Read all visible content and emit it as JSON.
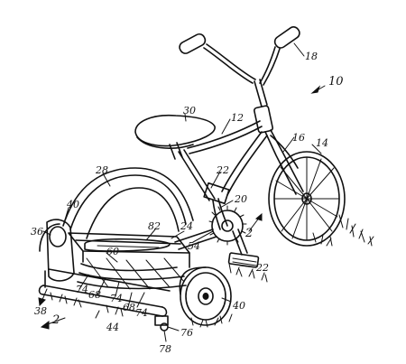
{
  "figure": {
    "refs": {
      "assembly": "10",
      "frame": "12",
      "front_wheel": "14",
      "fork": "16",
      "handlebar": "18",
      "chain": "20",
      "frame_lug": "22",
      "reel_frame": "24",
      "boom": "28",
      "seat": "30",
      "end_plate": "36",
      "roller": "38",
      "mower_wheel": "40",
      "bed_knife": "44",
      "sprocket": "54",
      "reel_blade_a": "60",
      "reel_blade_b": "68",
      "reel_blade_c": "74",
      "axle_end": "76",
      "axle_cap": "78",
      "guard": "82"
    },
    "direction_marks": {
      "front": "2",
      "rear": "2"
    }
  }
}
